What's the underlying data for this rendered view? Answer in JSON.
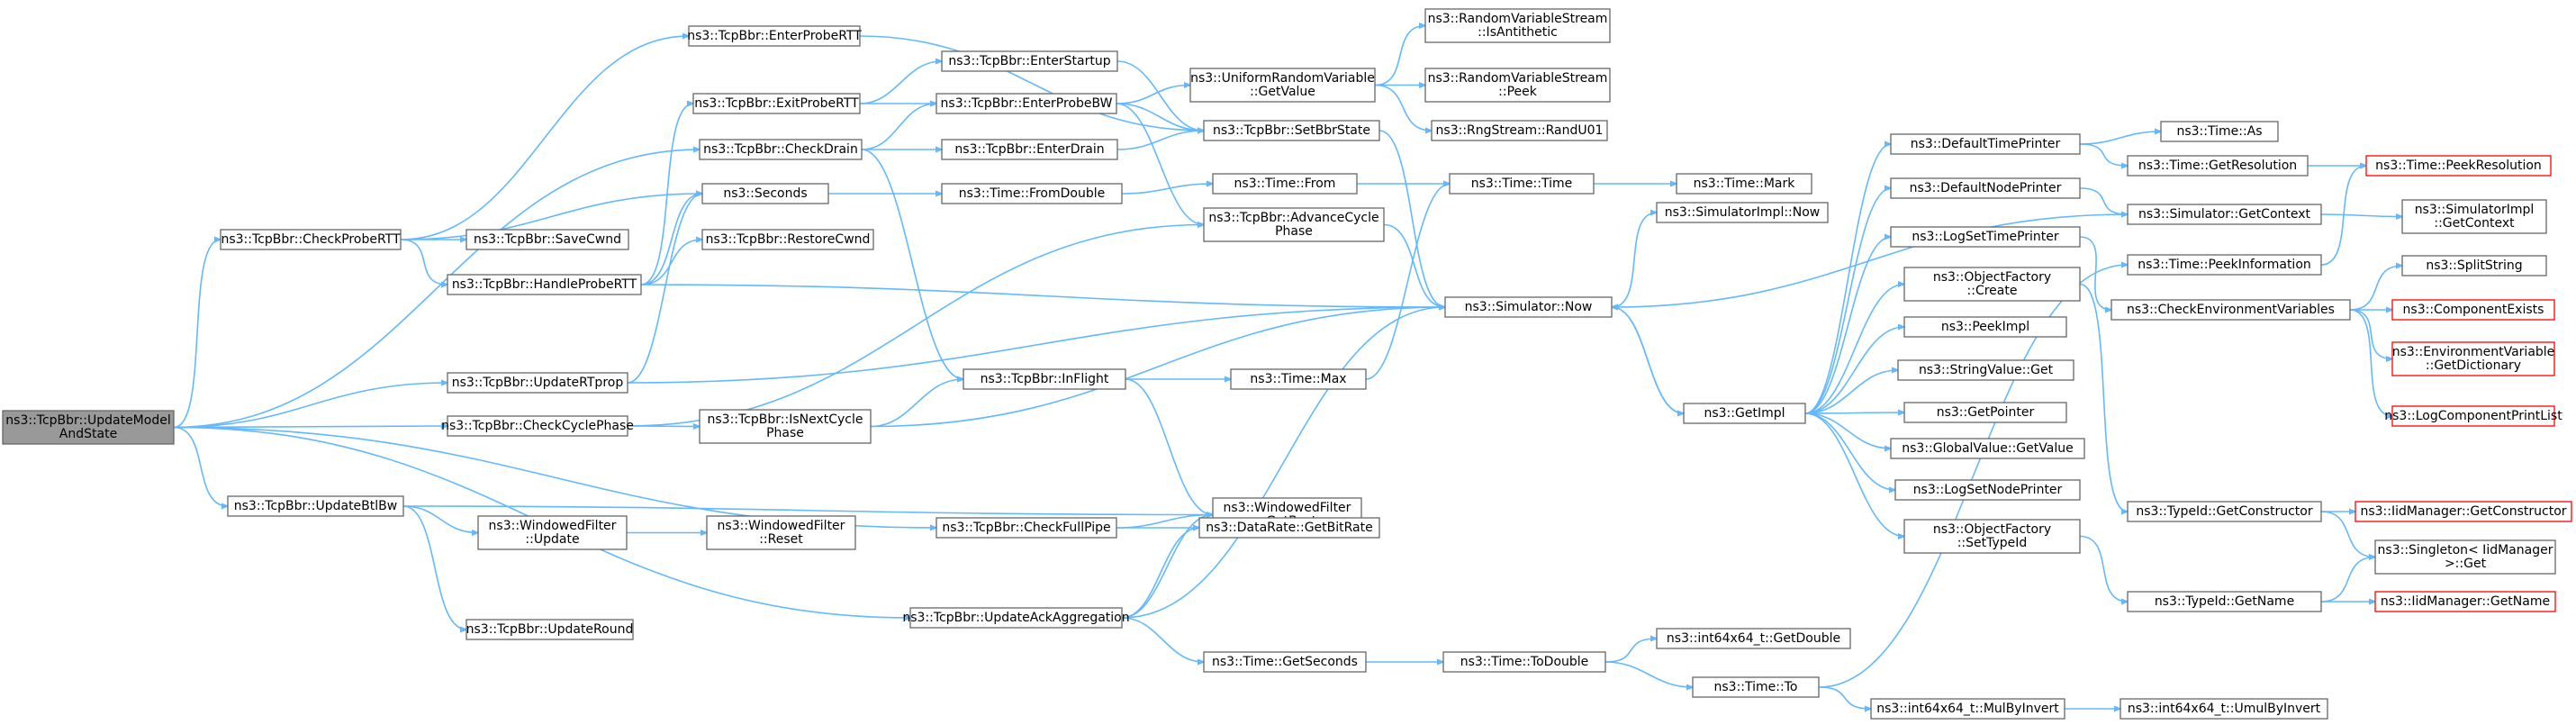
{
  "colors": {
    "edge": "#63b8ff",
    "node_border": "#666666",
    "root_fill": "#999999",
    "missing_border": "#ff0000"
  },
  "nodes": {
    "updatemodelandstate": {
      "lines": [
        "ns3::TcpBbr::UpdateModel",
        "AndState"
      ]
    },
    "checkprobertt": {
      "lines": [
        "ns3::TcpBbr::CheckProbeRTT"
      ]
    },
    "updatertprop": {
      "lines": [
        "ns3::TcpBbr::UpdateRTprop"
      ]
    },
    "checkcyclephase": {
      "lines": [
        "ns3::TcpBbr::CheckCyclePhase"
      ]
    },
    "updatebtlbw": {
      "lines": [
        "ns3::TcpBbr::UpdateBtlBw"
      ]
    },
    "enterprobertt": {
      "lines": [
        "ns3::TcpBbr::EnterProbeRTT"
      ]
    },
    "exitprobertt": {
      "lines": [
        "ns3::TcpBbr::ExitProbeRTT"
      ]
    },
    "checkdrain": {
      "lines": [
        "ns3::TcpBbr::CheckDrain"
      ]
    },
    "seconds": {
      "lines": [
        "ns3::Seconds"
      ]
    },
    "savecwnd": {
      "lines": [
        "ns3::TcpBbr::SaveCwnd"
      ]
    },
    "handleprobertt": {
      "lines": [
        "ns3::TcpBbr::HandleProbeRTT"
      ]
    },
    "restorecwnd": {
      "lines": [
        "ns3::TcpBbr::RestoreCwnd"
      ]
    },
    "isnextcyclephase": {
      "lines": [
        "ns3::TcpBbr::IsNextCycle",
        "Phase"
      ]
    },
    "windowedfilterupdate": {
      "lines": [
        "ns3::WindowedFilter",
        "::Update"
      ]
    },
    "updateround": {
      "lines": [
        "ns3::TcpBbr::UpdateRound"
      ]
    },
    "windowedfilterreset": {
      "lines": [
        "ns3::WindowedFilter",
        "::Reset"
      ]
    },
    "enterstartup": {
      "lines": [
        "ns3::TcpBbr::EnterStartup"
      ]
    },
    "enterprobebw": {
      "lines": [
        "ns3::TcpBbr::EnterProbeBW"
      ]
    },
    "enterdrain": {
      "lines": [
        "ns3::TcpBbr::EnterDrain"
      ]
    },
    "timefromdouble": {
      "lines": [
        "ns3::Time::FromDouble"
      ]
    },
    "inflight": {
      "lines": [
        "ns3::TcpBbr::InFlight"
      ]
    },
    "checkfullpipe": {
      "lines": [
        "ns3::TcpBbr::CheckFullPipe"
      ]
    },
    "updateackaggregation": {
      "lines": [
        "ns3::TcpBbr::UpdateAckAggregation"
      ]
    },
    "uniformgetvalue": {
      "lines": [
        "ns3::UniformRandomVariable",
        "::GetValue"
      ]
    },
    "setbbrstate": {
      "lines": [
        "ns3::TcpBbr::SetBbrState"
      ]
    },
    "timefrom": {
      "lines": [
        "ns3::Time::From"
      ]
    },
    "advancecyclephase": {
      "lines": [
        "ns3::TcpBbr::AdvanceCycle",
        "Phase"
      ]
    },
    "timemax": {
      "lines": [
        "ns3::Time::Max"
      ]
    },
    "windowedfiltergetbest": {
      "lines": [
        "ns3::WindowedFilter",
        "::GetBest"
      ]
    },
    "datarategetbitrate": {
      "lines": [
        "ns3::DataRate::GetBitRate"
      ]
    },
    "timegetseconds": {
      "lines": [
        "ns3::Time::GetSeconds"
      ]
    },
    "isantithetic": {
      "lines": [
        "ns3::RandomVariableStream",
        "::IsAntithetic"
      ]
    },
    "peek": {
      "lines": [
        "ns3::RandomVariableStream",
        "::Peek"
      ]
    },
    "randu01": {
      "lines": [
        "ns3::RngStream::RandU01"
      ]
    },
    "timetime": {
      "lines": [
        "ns3::Time::Time"
      ]
    },
    "simulatornow": {
      "lines": [
        "ns3::Simulator::Now"
      ]
    },
    "timetodouble": {
      "lines": [
        "ns3::Time::ToDouble"
      ]
    },
    "timemark": {
      "lines": [
        "ns3::Time::Mark"
      ]
    },
    "simulatorimplnow": {
      "lines": [
        "ns3::SimulatorImpl::Now"
      ]
    },
    "getimpl": {
      "lines": [
        "ns3::GetImpl"
      ]
    },
    "getdouble": {
      "lines": [
        "ns3::int64x64_t::GetDouble"
      ]
    },
    "timeto": {
      "lines": [
        "ns3::Time::To"
      ]
    },
    "mulbyinvert": {
      "lines": [
        "ns3::int64x64_t::MulByInvert"
      ]
    },
    "umulbyinvert": {
      "lines": [
        "ns3::int64x64_t::UmulByInvert"
      ]
    },
    "defaulttimeprinter": {
      "lines": [
        "ns3::DefaultTimePrinter"
      ]
    },
    "defaultnodeprinter": {
      "lines": [
        "ns3::DefaultNodePrinter"
      ]
    },
    "logsettimeprinter": {
      "lines": [
        "ns3::LogSetTimePrinter"
      ]
    },
    "objectfactorycreate": {
      "lines": [
        "ns3::ObjectFactory",
        "::Create"
      ]
    },
    "peekimpl": {
      "lines": [
        "ns3::PeekImpl"
      ]
    },
    "stringvalueget": {
      "lines": [
        "ns3::StringValue::Get"
      ]
    },
    "getpointer": {
      "lines": [
        "ns3::GetPointer"
      ]
    },
    "globalvaluegetvalue": {
      "lines": [
        "ns3::GlobalValue::GetValue"
      ]
    },
    "logsetnodeprinter": {
      "lines": [
        "ns3::LogSetNodePrinter"
      ]
    },
    "objectfactorysettypeid": {
      "lines": [
        "ns3::ObjectFactory",
        "::SetTypeId"
      ]
    },
    "timeas": {
      "lines": [
        "ns3::Time::As"
      ]
    },
    "timegetresolution": {
      "lines": [
        "ns3::Time::GetResolution"
      ]
    },
    "simulatorgetcontext": {
      "lines": [
        "ns3::Simulator::GetContext"
      ]
    },
    "timepeekinformation": {
      "lines": [
        "ns3::Time::PeekInformation"
      ]
    },
    "checkenvvars": {
      "lines": [
        "ns3::CheckEnvironmentVariables"
      ]
    },
    "typeidgetconstructor": {
      "lines": [
        "ns3::TypeId::GetConstructor"
      ]
    },
    "typeidgetname": {
      "lines": [
        "ns3::TypeId::GetName"
      ]
    },
    "timepeekresolution": {
      "lines": [
        "ns3::Time::PeekResolution"
      ]
    },
    "simimplgetcontext": {
      "lines": [
        "ns3::SimulatorImpl",
        "::GetContext"
      ]
    },
    "splitstring": {
      "lines": [
        "ns3::SplitString"
      ]
    },
    "componentexists": {
      "lines": [
        "ns3::ComponentExists"
      ]
    },
    "envgetdictionary": {
      "lines": [
        "ns3::EnvironmentVariable",
        "::GetDictionary"
      ]
    },
    "logcomponentprintlist": {
      "lines": [
        "ns3::LogComponentPrintList"
      ]
    },
    "iidmgrgetconstructor": {
      "lines": [
        "ns3::IidManager::GetConstructor"
      ]
    },
    "singletonget": {
      "lines": [
        "ns3::Singleton< IidManager",
        " >::Get"
      ]
    },
    "iidmgrgetname": {
      "lines": [
        "ns3::IidManager::GetName"
      ]
    }
  }
}
